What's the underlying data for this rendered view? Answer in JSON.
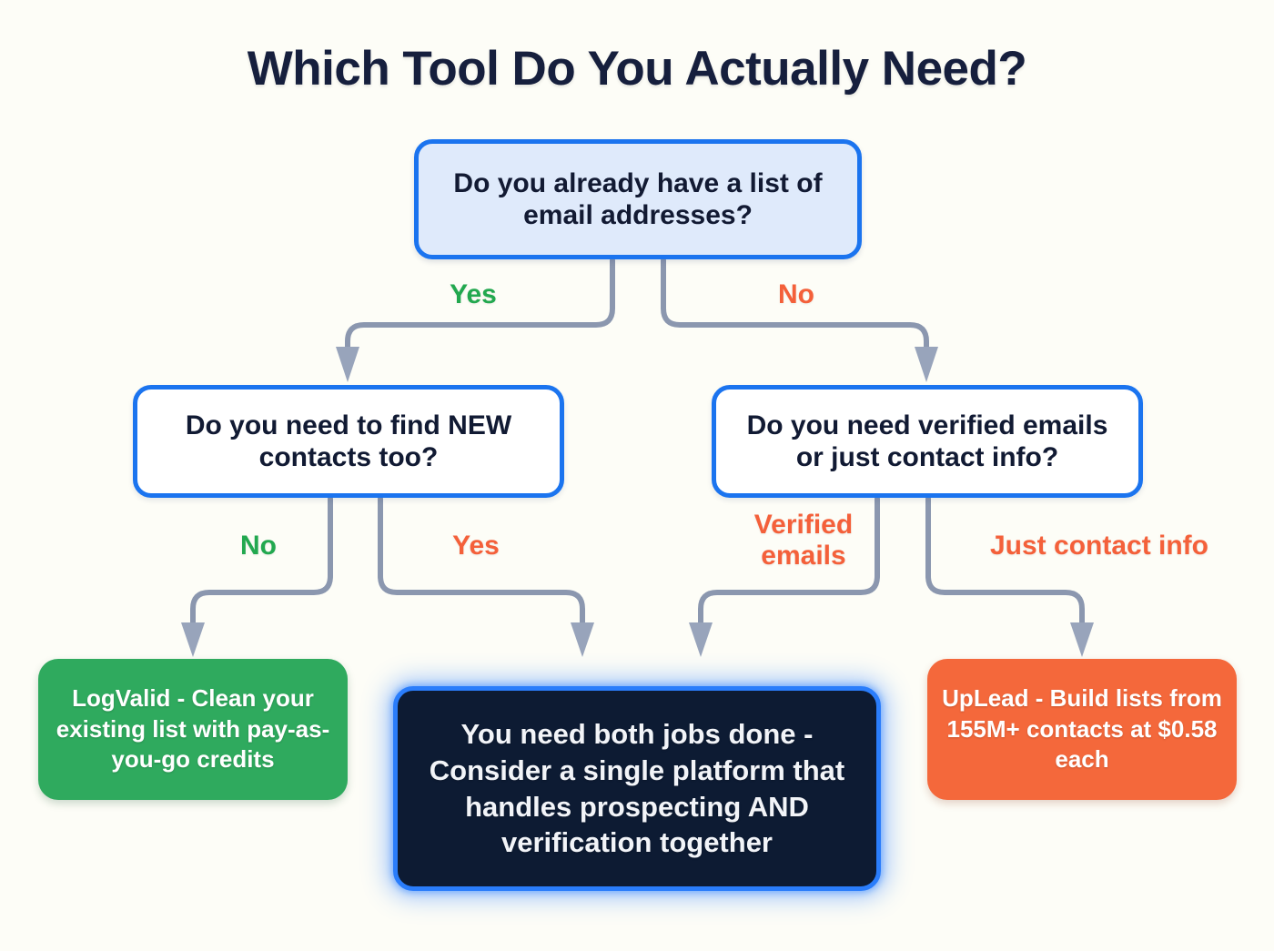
{
  "page": {
    "title": "Which Tool Do You Actually Need?",
    "background_color": "#fdfdf7",
    "title_color": "#161f3d"
  },
  "colors": {
    "accent_blue": "#1b74ef",
    "glow_blue": "#2a7dfb",
    "green": "#2faa5e",
    "orange": "#f4683b",
    "label_green": "#22a84f",
    "label_orange": "#f4603a",
    "connector_gray": "#8b97af",
    "root_fill": "#dfeafb",
    "dark_fill": "#0d1b33"
  },
  "flowchart": {
    "type": "decision-tree",
    "root": {
      "id": "root-question",
      "text": "Do you already have a list of email addresses?",
      "line1": "Do you already have a list",
      "line2": "of email addresses?"
    },
    "decisions": [
      {
        "id": "decision-new-contacts",
        "text": "Do you need to find NEW contacts too?",
        "line1": "Do you need to find",
        "line2": "NEW contacts too?"
      },
      {
        "id": "decision-verified-or-contact",
        "text": "Do you need verified emails or just contact info?",
        "line1": "Do you need verified",
        "line2": "emails or just contact info?"
      }
    ],
    "outcomes": [
      {
        "id": "outcome-logvalid",
        "text": "LogValid - Clean your existing list with pay-as-you-go credits",
        "style": "green"
      },
      {
        "id": "outcome-both",
        "text": "You need both jobs done - Consider a single platform that handles prospecting AND verification together",
        "style": "dark"
      },
      {
        "id": "outcome-uplead",
        "text": "UpLead - Build lists from 155M+ contacts at $0.58 each",
        "style": "orange"
      }
    ],
    "edge_labels": {
      "root_yes": "Yes",
      "root_no": "No",
      "left_no": "No",
      "left_yes": "Yes",
      "right_verified": "Verified\nemails",
      "right_contact": "Just contact info"
    },
    "edges": [
      {
        "from": "root-question",
        "to": "decision-new-contacts",
        "label": "Yes"
      },
      {
        "from": "root-question",
        "to": "decision-verified-or-contact",
        "label": "No"
      },
      {
        "from": "decision-new-contacts",
        "to": "outcome-logvalid",
        "label": "No"
      },
      {
        "from": "decision-new-contacts",
        "to": "outcome-both",
        "label": "Yes"
      },
      {
        "from": "decision-verified-or-contact",
        "to": "outcome-both",
        "label": "Verified emails"
      },
      {
        "from": "decision-verified-or-contact",
        "to": "outcome-uplead",
        "label": "Just contact info"
      }
    ]
  }
}
